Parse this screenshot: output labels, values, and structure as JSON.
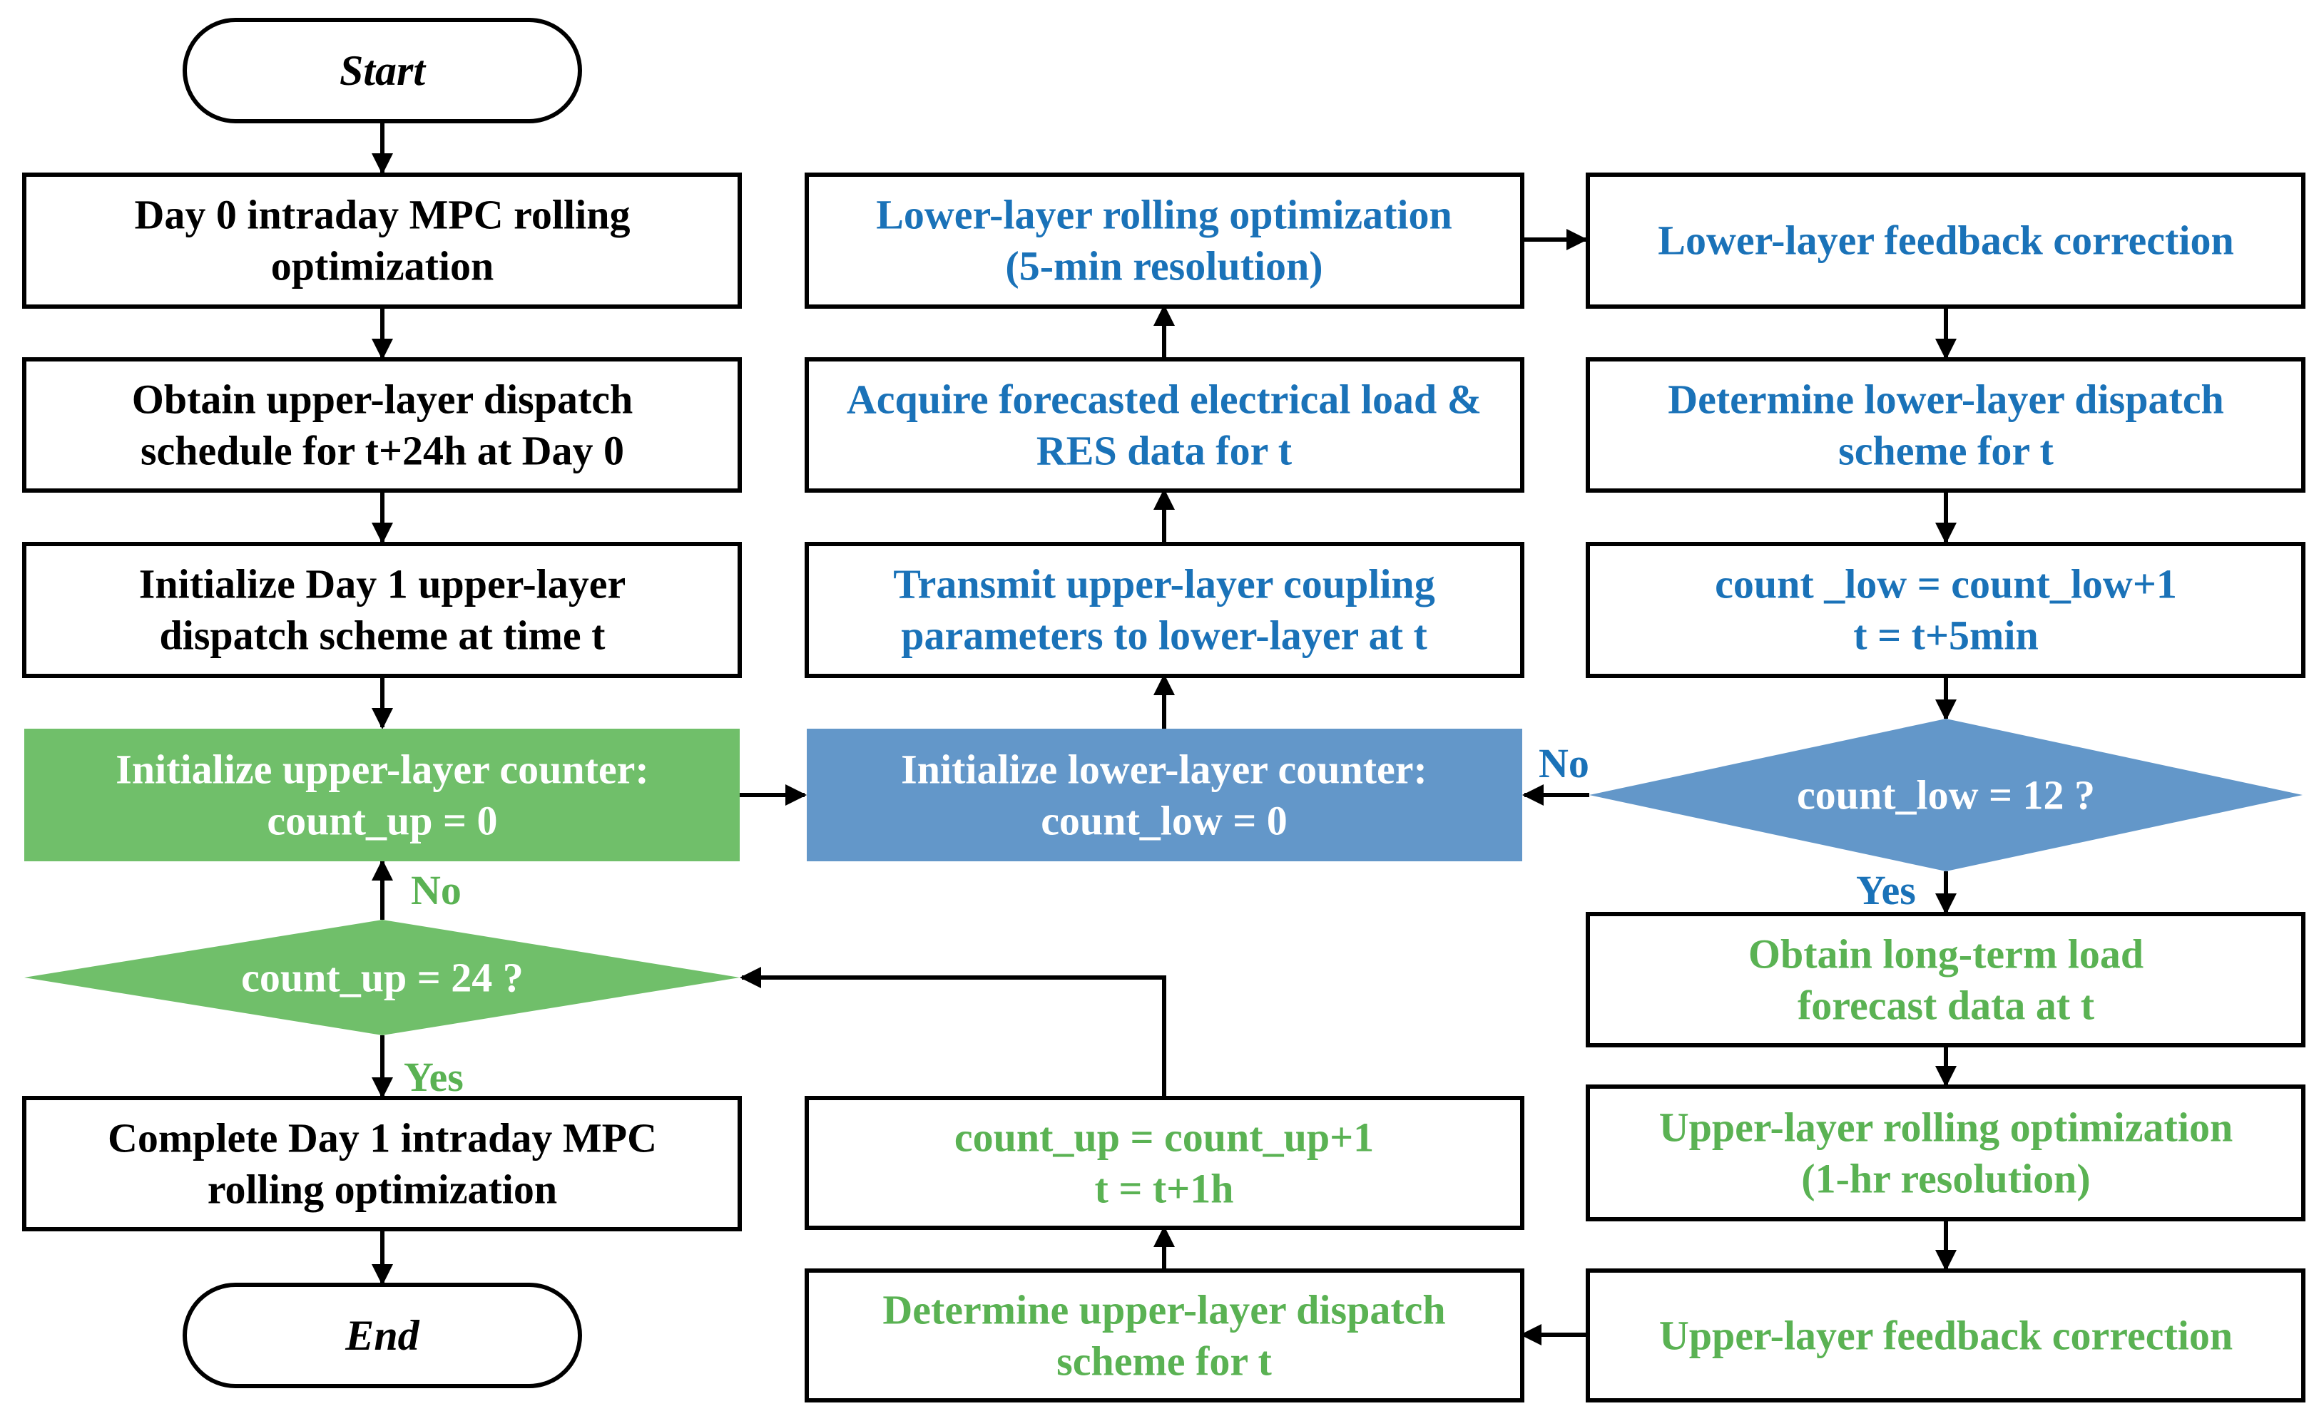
{
  "colors": {
    "black": "#000000",
    "blue_text": "#1a72b8",
    "green_text": "#5ab253",
    "green_fill": "#70bf6a",
    "blue_fill": "#6397c9",
    "white": "#ffffff"
  },
  "nodes": {
    "start": "Start",
    "end": "End",
    "day0_opt": [
      "Day 0 intraday MPC rolling",
      "optimization"
    ],
    "obtain_upper": [
      "Obtain upper-layer dispatch",
      "schedule for t+24h at Day 0"
    ],
    "init_day1": [
      "Initialize Day 1 upper-layer",
      "dispatch scheme at time t"
    ],
    "init_upper_counter": [
      "Initialize upper-layer counter:",
      "count_up = 0"
    ],
    "count_up_check": [
      "count_up = 24 ?"
    ],
    "complete_day1": [
      "Complete Day 1 intraday MPC",
      "rolling optimization"
    ],
    "lower_rolling": [
      "Lower-layer rolling optimization",
      "(5-min resolution)"
    ],
    "acquire_forecast": [
      "Acquire forecasted electrical load &",
      "RES data for t"
    ],
    "transmit_params": [
      "Transmit upper-layer coupling",
      "parameters to lower-layer at t"
    ],
    "init_lower_counter": [
      "Initialize lower-layer counter:",
      "count_low = 0"
    ],
    "count_up_inc": [
      "count_up = count_up+1",
      "t = t+1h"
    ],
    "determine_upper": [
      "Determine upper-layer dispatch",
      "scheme for t"
    ],
    "lower_feedback": [
      "Lower-layer feedback correction"
    ],
    "determine_lower": [
      "Determine lower-layer dispatch",
      "scheme for t"
    ],
    "count_low_inc": [
      "count _low = count_low+1",
      "t = t+5min"
    ],
    "count_low_check": [
      "count_low = 12 ?"
    ],
    "obtain_longterm": [
      "Obtain long-term load",
      "forecast data at t"
    ],
    "upper_rolling": [
      "Upper-layer rolling optimization",
      "(1-hr resolution)"
    ],
    "upper_feedback": [
      "Upper-layer feedback correction"
    ]
  },
  "edge_labels": {
    "up_no": "No",
    "up_yes": "Yes",
    "low_no": "No",
    "low_yes": "Yes"
  }
}
